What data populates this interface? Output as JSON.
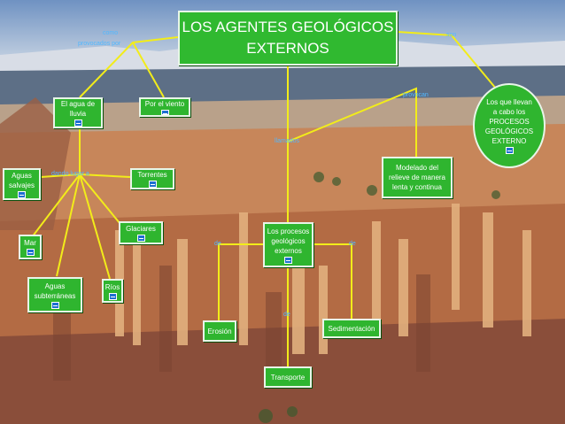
{
  "title": {
    "line1": "LOS AGENTES GEOLÓGICOS",
    "line2": "EXTERNOS"
  },
  "nodes": {
    "agua": {
      "l1": "El agua de",
      "l2": "lluvia"
    },
    "viento": {
      "l1": "Por el viento"
    },
    "aguas_salvajes": {
      "l1": "Aguas",
      "l2": "salvajes"
    },
    "torrentes": {
      "l1": "Torrentes"
    },
    "glaciares": {
      "l1": "Glaciares"
    },
    "mar": {
      "l1": "Mar"
    },
    "aguas_sub": {
      "l1": "Aguas",
      "l2": "subterráneas"
    },
    "rios": {
      "l1": "Ríos"
    },
    "procesos": {
      "l1": "Los procesos",
      "l2": "geológicos",
      "l3": "externos"
    },
    "modelado": {
      "l1": "Modelado del",
      "l2": "relieve de manera",
      "l3": "lenta y continua"
    },
    "circulo": {
      "l1": "Los que llevan",
      "l2": "a cabo los",
      "l3": "PROCESOS",
      "l4": "GEOLÓGICOS",
      "l5": "EXTERNO"
    },
    "erosion": {
      "l1": "Erosión"
    },
    "sedimentacion": {
      "l1": "Sedimentación"
    },
    "transporte": {
      "l1": "Transporte"
    }
  },
  "links": {
    "provocadas_por": "provocados por",
    "como": "como",
    "dando_lugar": "dando lugar a",
    "provocan": "provocan",
    "son": "son",
    "llamados": "llamados",
    "de1": "de",
    "de2": "de",
    "de3": "de"
  },
  "colors": {
    "node": "#2fb52f",
    "line": "#f2ec1a",
    "link_text": "#52b8ff"
  },
  "icons": {
    "attachment": "document-icon"
  }
}
